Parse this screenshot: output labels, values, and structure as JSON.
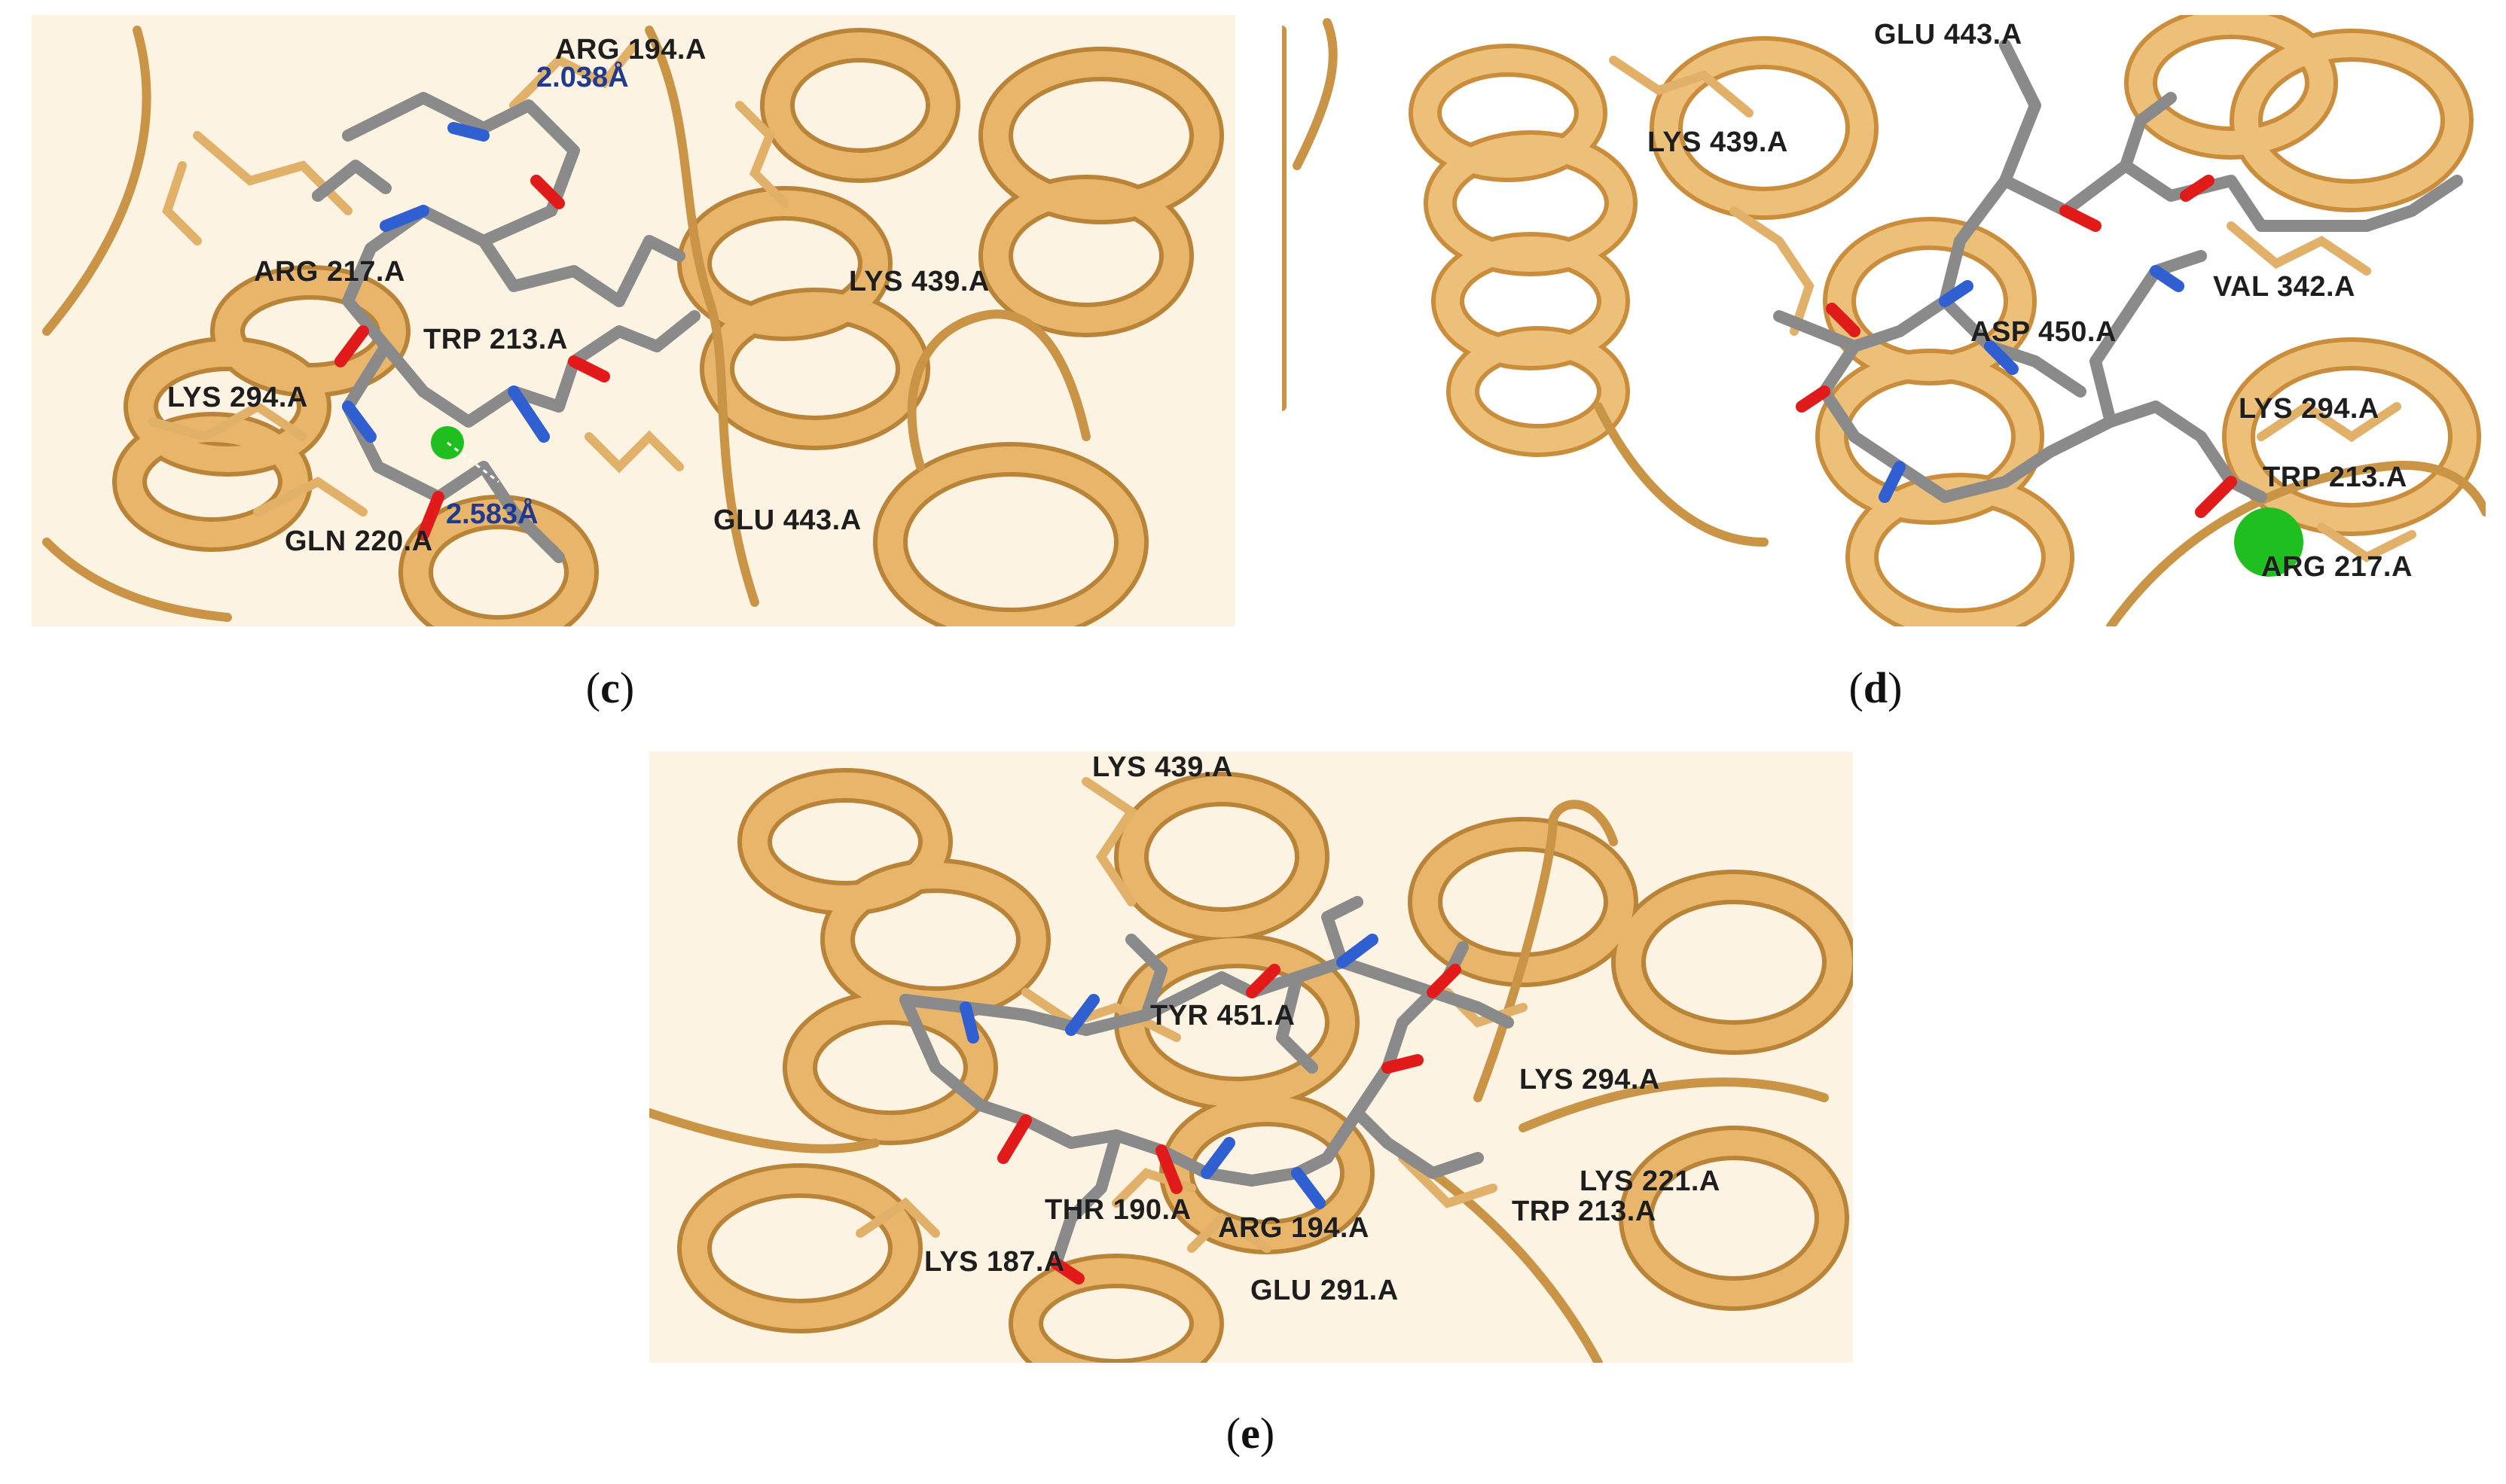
{
  "colors": {
    "ribbon": "#e8b56a",
    "ribbon_dark": "#b98338",
    "ribbon_light": "#f6d39b",
    "ligand_carbon": "#8a8a8a",
    "nitrogen": "#2f5fd0",
    "oxygen": "#e11a1a",
    "chloride": "#1fbf1f",
    "label_text": "#1e1e1e",
    "distance_text": "#1f3a8f",
    "background": "#ffffff"
  },
  "panels": {
    "c": {
      "caption": "c",
      "residue_labels": [
        "ARG 194.A",
        "ARG 217.A",
        "TRP 213.A",
        "LYS 439.A",
        "LYS 294.A",
        "GLN 220.A",
        "GLU 443.A"
      ],
      "distance_labels": [
        "2.038Å",
        "2.583Å"
      ]
    },
    "d": {
      "caption": "d",
      "residue_labels": [
        "GLU 443.A",
        "LYS 439.A",
        "VAL 342.A",
        "ASP 450.A",
        "LYS 294.A",
        "TRP 213.A",
        "ARG 217.A"
      ]
    },
    "e": {
      "caption": "e",
      "residue_labels": [
        "LYS 439.A",
        "TYR 451.A",
        "LYS 294.A",
        "LYS 221.A",
        "THR 190.A",
        "ARG 194.A",
        "TRP 213.A",
        "LYS 187.A",
        "GLU 291.A"
      ]
    }
  }
}
